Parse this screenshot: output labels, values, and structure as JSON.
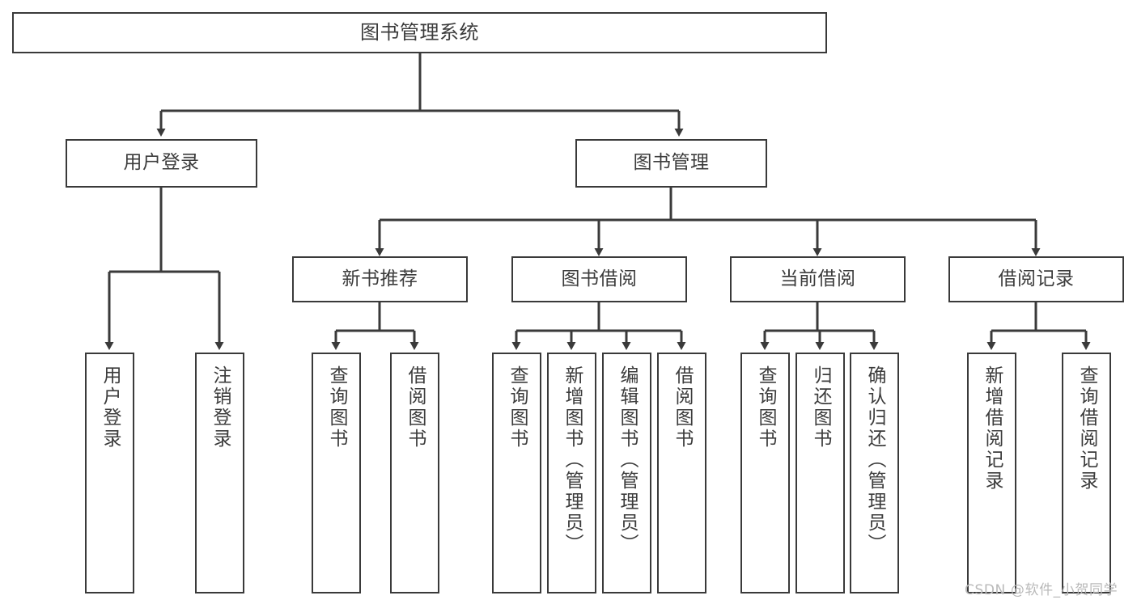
{
  "diagram": {
    "title": "图书管理系统",
    "type": "tree-hierarchy",
    "orientation": "top-down",
    "colors": {
      "background": "#ffffff",
      "node_border": "#3a3a3a",
      "node_fill": "#ffffff",
      "text": "#3c3c3c",
      "connector": "#3a3a3a",
      "watermark": "#b9b9b9"
    }
  },
  "watermark": {
    "text": "CSDN @软件_小贺同学"
  },
  "nodes": {
    "root": {
      "label": "图书管理系统"
    },
    "level2": [
      {
        "id": "user-login",
        "label": "用户登录"
      },
      {
        "id": "book-management",
        "label": "图书管理"
      }
    ],
    "level3": [
      {
        "id": "new-book-recommend",
        "label": "新书推荐"
      },
      {
        "id": "book-borrow",
        "label": "图书借阅"
      },
      {
        "id": "current-borrow",
        "label": "当前借阅"
      },
      {
        "id": "borrow-record",
        "label": "借阅记录"
      }
    ],
    "leaves": {
      "user_login": [
        {
          "id": "leaf-user-login",
          "label": "用户登录"
        },
        {
          "id": "leaf-user-logout",
          "label": "注销登录"
        }
      ],
      "new_book_recommend": [
        {
          "id": "leaf-query-book-1",
          "label": "查询图书"
        },
        {
          "id": "leaf-borrow-book-1",
          "label": "借阅图书"
        }
      ],
      "book_borrow": [
        {
          "id": "leaf-query-book-2",
          "label": "查询图书"
        },
        {
          "id": "leaf-add-book",
          "label": "新增图书（管理员）"
        },
        {
          "id": "leaf-edit-book",
          "label": "编辑图书（管理员）"
        },
        {
          "id": "leaf-borrow-book-2",
          "label": "借阅图书"
        }
      ],
      "current_borrow": [
        {
          "id": "leaf-query-book-3",
          "label": "查询图书"
        },
        {
          "id": "leaf-return-book",
          "label": "归还图书"
        },
        {
          "id": "leaf-confirm-return",
          "label": "确认归还（管理员）"
        }
      ],
      "borrow_record": [
        {
          "id": "leaf-add-record",
          "label": "新增借阅记录"
        },
        {
          "id": "leaf-query-record",
          "label": "查询借阅记录"
        }
      ]
    }
  }
}
